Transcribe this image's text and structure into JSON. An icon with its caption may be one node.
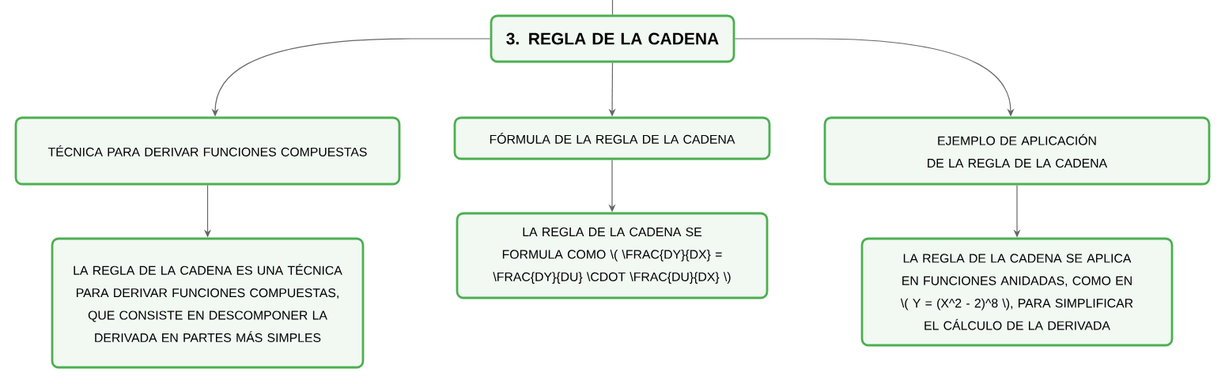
{
  "diagram": {
    "nodes": [
      {
        "text": [
          "3. REGLA DE LA CADENA"
        ]
      },
      {
        "text": [
          "TÉCNICA PARA DERIVAR FUNCIONES COMPUESTAS"
        ]
      },
      {
        "text": [
          "FÓRMULA DE LA REGLA DE LA CADENA"
        ]
      },
      {
        "text": [
          "EJEMPLO DE APLICACIÓN DE LA REGLA DE LA CADENA"
        ]
      },
      {
        "text": [
          "LA REGLA DE LA CADENA ES UNA TÉCNICA PARA DERIVAR FUNCIONES COMPUESTAS, QUE CONSISTE EN DESCOMPONER LA DERIVADA EN PARTES MÁS SIMPLES"
        ]
      },
      {
        "text": [
          "LA REGLA DE LA CADENA SE FORMULA COMO \\( \\FRAC{DY}{DX} = \\FRAC{DY}{DU} \\CDOT \\FRAC{DU}{DX} \\)"
        ]
      },
      {
        "text": [
          "LA REGLA DE LA CADENA SE APLICA EN FUNCIONES ANIDADAS, COMO EN \\( Y = (X^2 - 2)^8 \\), PARA SIMPLIFICAR EL CÁLCULO DE LA DERIVADA"
        ]
      }
    ],
    "edges": [
      {
        "from": null,
        "to": 0,
        "arrow": "none"
      },
      {
        "from": 0,
        "to": 1,
        "arrow": "to"
      },
      {
        "from": 0,
        "to": 2,
        "arrow": "to"
      },
      {
        "from": 0,
        "to": 3,
        "arrow": "to"
      },
      {
        "from": 1,
        "to": 4,
        "arrow": "to"
      },
      {
        "from": 2,
        "to": 5,
        "arrow": "to"
      },
      {
        "from": 3,
        "to": 6,
        "arrow": "to"
      }
    ]
  }
}
